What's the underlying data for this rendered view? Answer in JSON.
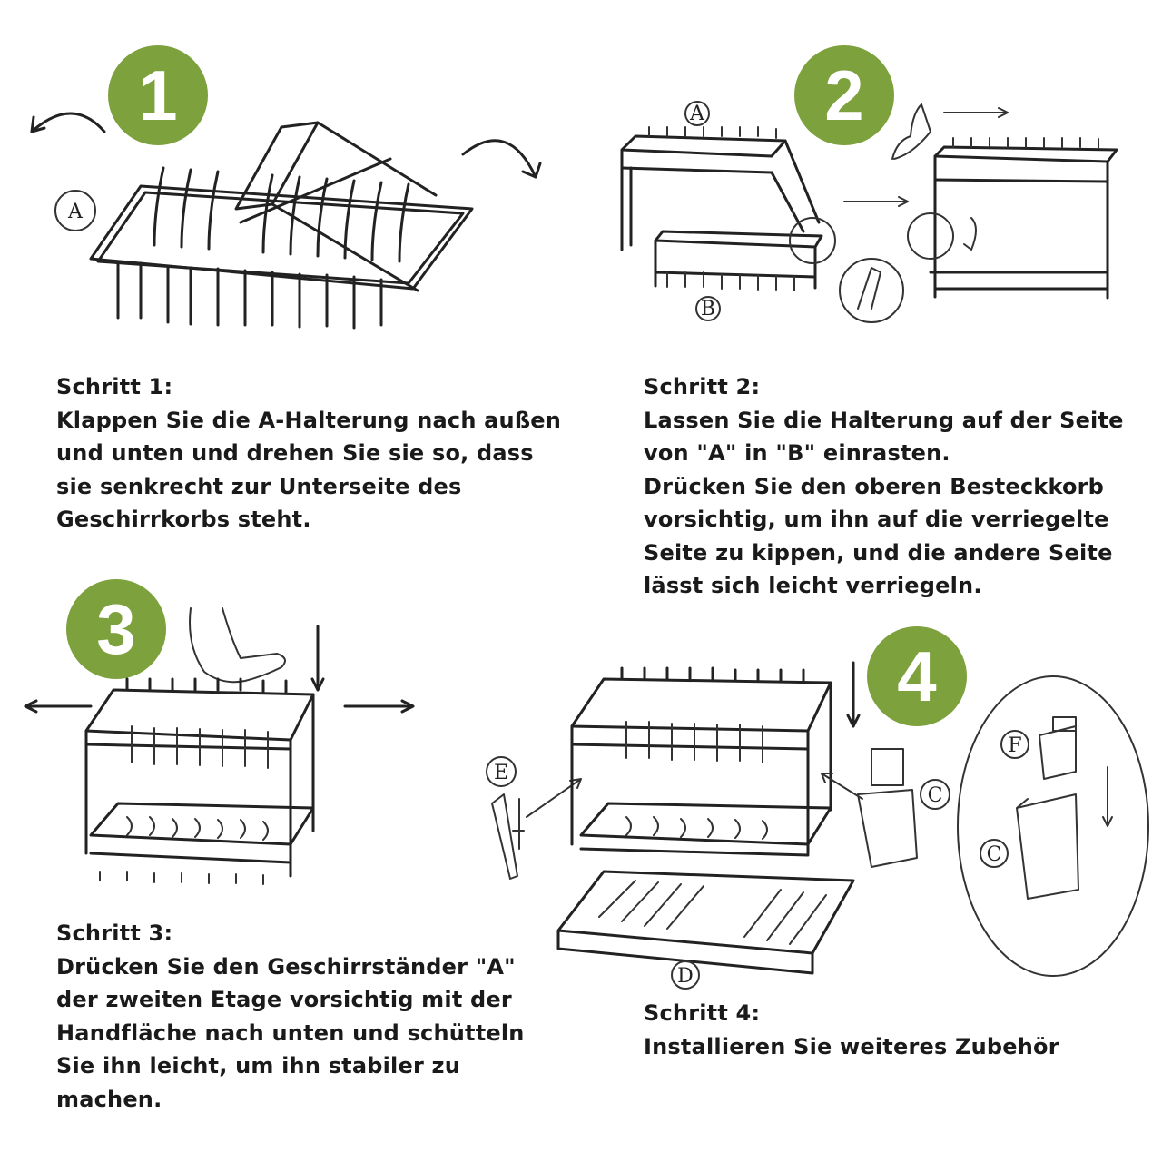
{
  "colors": {
    "badge_green": "#7da13c",
    "text": "#1a1a1a",
    "line_art": "#222222"
  },
  "steps": [
    {
      "number": "1",
      "heading": "Schritt 1:",
      "lines": [
        "Klappen Sie die A-Halterung nach außen",
        "und unten und drehen Sie sie so, dass",
        "sie senkrecht zur Unterseite des",
        "Geschirrkorbs steht."
      ],
      "part_labels": [
        "A"
      ]
    },
    {
      "number": "2",
      "heading": "Schritt 2:",
      "lines": [
        "Lassen Sie die Halterung auf der Seite",
        "von \"A\" in \"B\" einrasten.",
        "Drücken Sie den oberen Besteckkorb",
        "vorsichtig, um ihn auf die verriegelte",
        "Seite zu kippen, und die andere Seite",
        "lässt sich leicht verriegeln."
      ],
      "part_labels": [
        "A",
        "B"
      ]
    },
    {
      "number": "3",
      "heading": "Schritt 3:",
      "lines": [
        "Drücken Sie den Geschirrständer \"A\"",
        "der zweiten Etage vorsichtig mit der",
        "Handfläche nach unten und schütteln",
        "Sie ihn leicht, um ihn stabiler zu",
        "machen."
      ],
      "part_labels": []
    },
    {
      "number": "4",
      "heading": "Schritt 4:",
      "lines": [
        "Installieren Sie weiteres Zubehör"
      ],
      "part_labels": [
        "E",
        "C",
        "D",
        "F",
        "C"
      ]
    }
  ]
}
